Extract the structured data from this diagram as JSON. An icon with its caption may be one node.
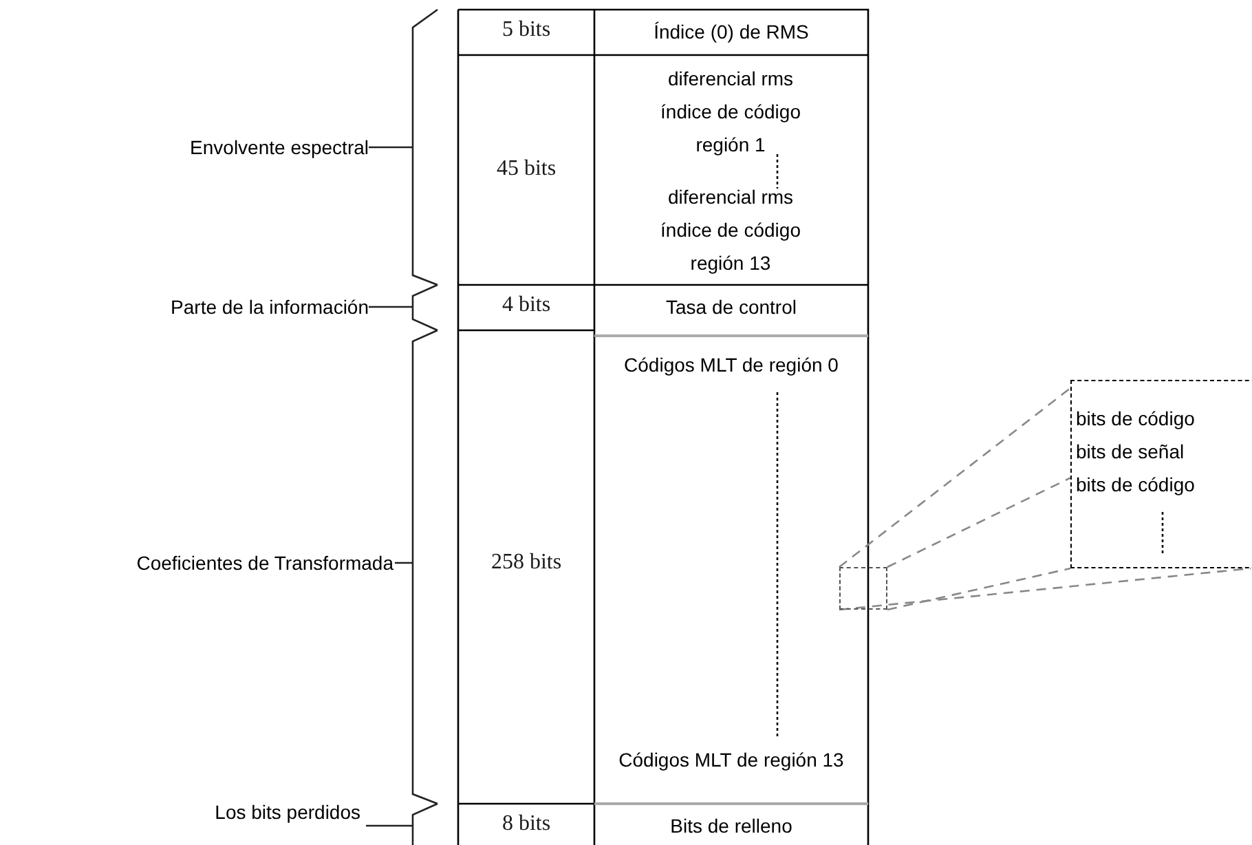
{
  "diagram": {
    "nodes": [
      {
        "text": [
          "bits de código",
          "bits de señal",
          "bits de código"
        ]
      },
      {
        "text": [],
        "shape": "box"
      }
    ],
    "edges": [
      {
        "from": 1,
        "to": 0,
        "arrow": "none",
        "style": "dashed"
      },
      {
        "from": 1,
        "to": 0,
        "arrow": "none",
        "style": "dashed"
      },
      {
        "from": 1,
        "to": 0,
        "arrow": "none",
        "style": "dashed"
      },
      {
        "from": 1,
        "to": 0,
        "arrow": "none",
        "style": "dashed"
      }
    ],
    "labels": [
      "Envolvente espectral",
      "Parte de la información",
      "Coeficientes de Transformada",
      "Los bits perdidos",
      "5 bits",
      "Índice (0) de RMS",
      "45 bits",
      "diferencial rms índice de código región 1",
      "diferencial rms índice de código región 13",
      "4 bits",
      "Tasa de control",
      "258 bits",
      "Códigos MLT de región 0",
      "Códigos MLT de región 13",
      "8 bits",
      "Bits de relleno"
    ]
  }
}
